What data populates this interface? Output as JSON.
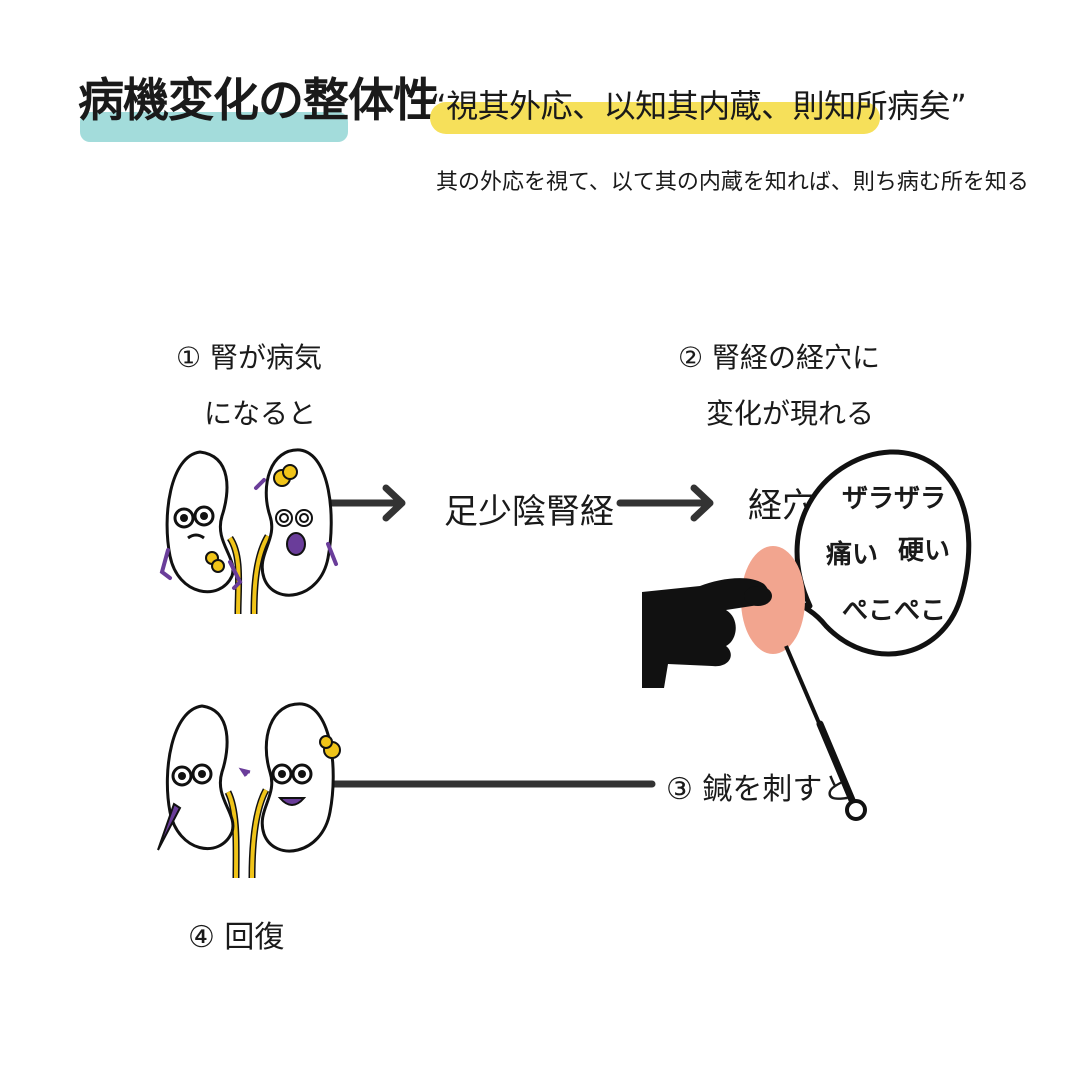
{
  "header": {
    "title": "病機変化の整体性",
    "quote": "“視其外応、以知其内蔵、則知所病矣”",
    "reading": "其の外応を視て、以て其の内蔵を知れば、則ち病む所を知る"
  },
  "steps": {
    "step1": {
      "line1": "① 腎が病気",
      "line2": "になると"
    },
    "step2": {
      "line1": "② 腎経の経穴に",
      "line2": "変化が現れる"
    },
    "step3": {
      "label": "③ 鍼を刺すと"
    },
    "step4": {
      "label": "④ 回復"
    }
  },
  "meridian": {
    "label": "足少陰腎経"
  },
  "acupoint": {
    "label": "経穴"
  },
  "bubble": {
    "line1": "ザラザラ",
    "word_left": "痛い",
    "word_right": "硬い",
    "line3": "ぺこぺこ"
  },
  "colors": {
    "title_highlight": "#a3dcdb",
    "quote_highlight": "#f6e05a",
    "acupoint": "#f2a58f",
    "kidney_accent": "#6a3d9a",
    "ureter": "#f0c419"
  }
}
